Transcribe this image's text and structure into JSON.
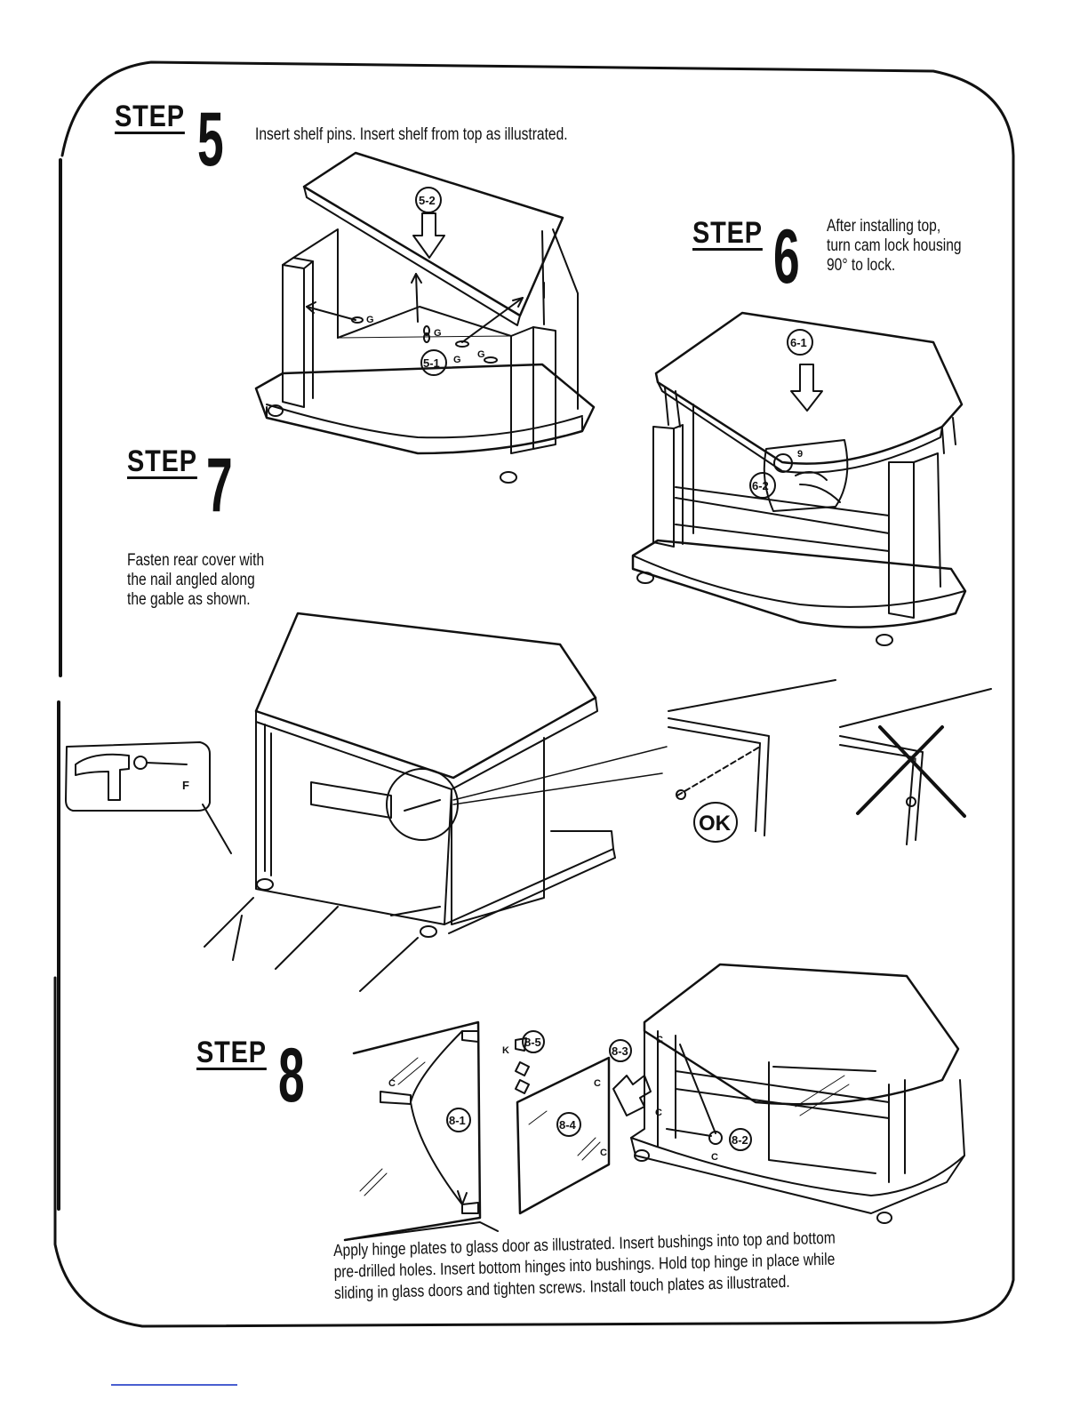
{
  "steps": {
    "step5": {
      "word": "STEP",
      "number": "5",
      "text": "Insert shelf pins. Insert shelf from top as illustrated."
    },
    "step6": {
      "word": "STEP",
      "number": "6",
      "lines": [
        "After installing top,",
        "turn cam lock housing",
        "90° to lock."
      ]
    },
    "step7": {
      "word": "STEP",
      "number": "7",
      "lines": [
        "Fasten rear cover with",
        "the nail angled along",
        "the gable as shown."
      ]
    },
    "step8": {
      "word": "STEP",
      "number": "8",
      "lines": [
        "Apply hinge plates to glass door as illustrated. Insert bushings into top and bottom",
        "pre-drilled holes. Insert bottom hinges into bushings. Hold top hinge in place while",
        "sliding in glass doors and tighten screws. Install touch plates as illustrated."
      ]
    }
  },
  "labels": {
    "l_5_2": "5-2",
    "l_5_1": "5-1",
    "l_6_1": "6-1",
    "l_6_2": "6-2",
    "l_8_1": "8-1",
    "l_8_2": "8-2",
    "l_8_3": "8-3",
    "l_8_4": "8-4",
    "l_8_5": "8-5",
    "g": "G",
    "c": "C",
    "k": "K",
    "f": "F",
    "nine": "9",
    "ok": "OK",
    "excl": "!"
  }
}
